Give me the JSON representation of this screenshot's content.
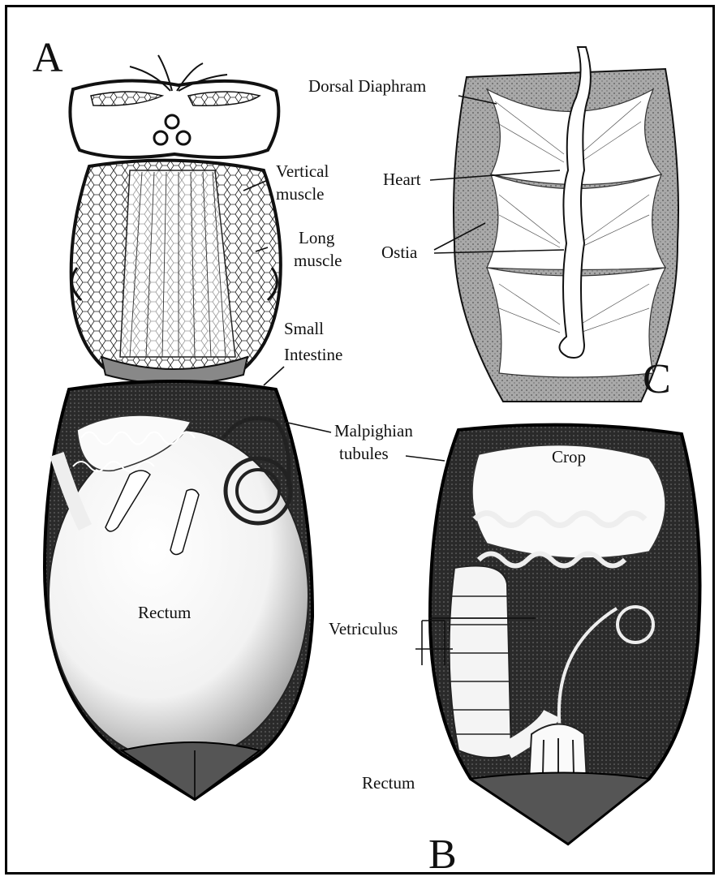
{
  "panels": {
    "a": "A",
    "b": "B",
    "c": "C"
  },
  "labels": {
    "dorsal_diaphram": "Dorsal Diaphram",
    "heart": "Heart",
    "ostia": "Ostia",
    "vertical_muscle_1": "Vertical",
    "vertical_muscle_2": "muscle",
    "long_muscle_1": "Long",
    "long_muscle_2": "muscle",
    "small_intestine_1": "Small",
    "small_intestine_2": "Intestine",
    "malpighian_1": "Malpighian",
    "malpighian_2": "tubules",
    "crop": "Crop",
    "rectum_a": "Rectum",
    "vetriculus": "Vetriculus",
    "rectum_b": "Rectum"
  }
}
